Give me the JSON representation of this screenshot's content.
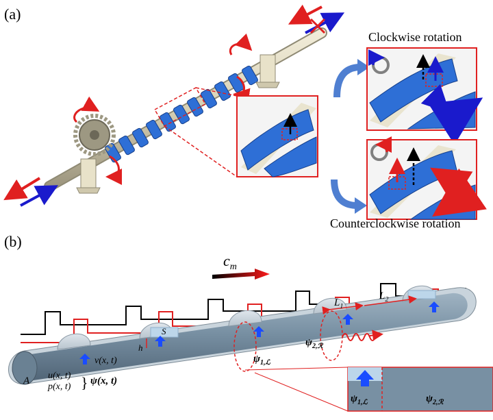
{
  "panel_a": {
    "label": "(a)",
    "clockwise_label": "Clockwise rotation",
    "counterclockwise_label": "Counterclockwise rotation"
  },
  "panel_b": {
    "label": "(b)",
    "cm_main": "c",
    "cm_sub": "m",
    "L1_main": "L",
    "L1_sub": "1",
    "L2_main": "L",
    "L2_sub": "2",
    "S": "S",
    "h": "h",
    "A": "A",
    "v": "v(x, t)",
    "u": "u(x, t)",
    "p": "p(x, t)",
    "psi": "ψ(x, t)",
    "psi1L_main": "ψ",
    "psi1L_sub": "1,ℒ",
    "psi2R_main": "ψ",
    "psi2R_sub": "2,ℛ"
  },
  "colors": {
    "shell_blue": "#2e6fd6",
    "rod": "#d8d2b8",
    "arrow_red": "#e02020",
    "arrow_blue": "#1a1acc",
    "tube": "#7b93a6",
    "cavity": "#bcd6ea"
  }
}
